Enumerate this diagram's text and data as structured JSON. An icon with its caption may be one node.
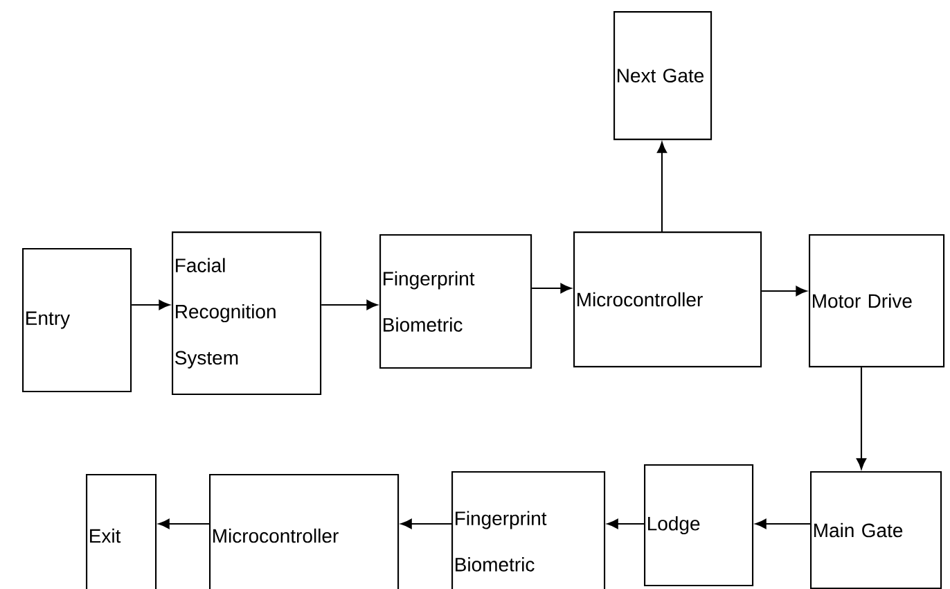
{
  "diagram": {
    "nodes": [
      {
        "text": [
          "Entry"
        ]
      },
      {
        "text": [
          "Facial Recognition System"
        ]
      },
      {
        "text": [
          "Fingerprint Biometric"
        ]
      },
      {
        "text": [
          "Microcontroller"
        ]
      },
      {
        "text": [
          "Next Gate"
        ]
      },
      {
        "text": [
          "Motor Drive"
        ]
      },
      {
        "text": [
          "Main Gate"
        ]
      },
      {
        "text": [
          "Lodge"
        ]
      },
      {
        "text": [
          "Fingerprint Biometric"
        ]
      },
      {
        "text": [
          "Microcontroller"
        ]
      },
      {
        "text": [
          "Exit"
        ]
      }
    ],
    "edges": [
      {
        "from": 0,
        "to": 1,
        "arrow": "to"
      },
      {
        "from": 1,
        "to": 2,
        "arrow": "to"
      },
      {
        "from": 2,
        "to": 3,
        "arrow": "to"
      },
      {
        "from": 3,
        "to": 4,
        "arrow": "to"
      },
      {
        "from": 3,
        "to": 5,
        "arrow": "to"
      },
      {
        "from": 5,
        "to": 6,
        "arrow": "to"
      },
      {
        "from": 6,
        "to": 7,
        "arrow": "to"
      },
      {
        "from": 7,
        "to": 8,
        "arrow": "to"
      },
      {
        "from": 8,
        "to": 9,
        "arrow": "to"
      },
      {
        "from": 9,
        "to": 10,
        "arrow": "to"
      }
    ]
  }
}
